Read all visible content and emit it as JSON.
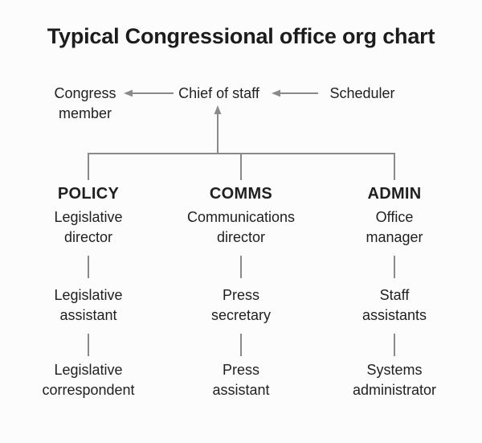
{
  "chart_data": {
    "type": "diagram",
    "title": "Typical Congressional office org chart",
    "diagram_kind": "organization-chart",
    "background_color": "#fcfcfc",
    "text_color": "#1f1f1f",
    "line_color": "#8a8a8a",
    "top_row": {
      "congress_member": "Congress\nmember",
      "chief_of_staff": "Chief of staff",
      "scheduler": "Scheduler"
    },
    "edges": [
      {
        "from": "Chief of staff",
        "to": "Congress member",
        "direction": "left"
      },
      {
        "from": "Scheduler",
        "to": "Chief of staff",
        "direction": "left"
      },
      {
        "from": "Departments",
        "to": "Chief of staff",
        "direction": "up"
      }
    ],
    "columns": [
      {
        "dept": "POLICY",
        "levels": [
          "Legislative\ndirector",
          "Legislative\nassistant",
          "Legislative\ncorrespondent"
        ]
      },
      {
        "dept": "COMMS",
        "levels": [
          "Communications\ndirector",
          "Press\nsecretary",
          "Press\nassistant"
        ]
      },
      {
        "dept": "ADMIN",
        "levels": [
          "Office\nmanager",
          "Staff\nassistants",
          "Systems\nadministrator"
        ]
      }
    ]
  }
}
